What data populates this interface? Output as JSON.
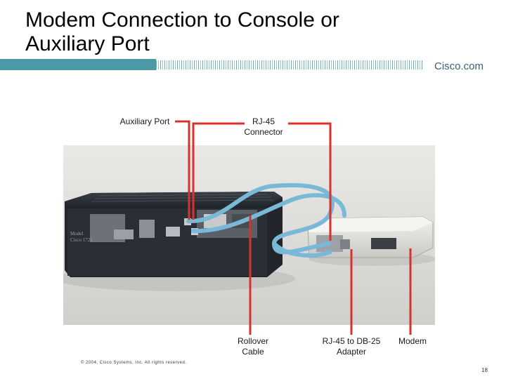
{
  "slide": {
    "title": "Modem Connection to Console or\nAuxiliary Port",
    "logo_text": "Cisco.com",
    "footer": "© 2004, Cisco Systems, Inc. All rights reserved.",
    "page_number": "18"
  },
  "photo": {
    "router_label": "Model\nCisco 1721"
  },
  "callouts": {
    "auxiliary_port": "Auxiliary Port",
    "rj45_connector": "RJ-45\nConnector",
    "rollover_cable": "Rollover\nCable",
    "adapter": "RJ-45 to DB-25\nAdapter",
    "modem": "Modem"
  },
  "colors": {
    "band_teal": "#4a9aa6",
    "leader_red": "#d9312c",
    "cable_blue": "#7ab8d8"
  }
}
